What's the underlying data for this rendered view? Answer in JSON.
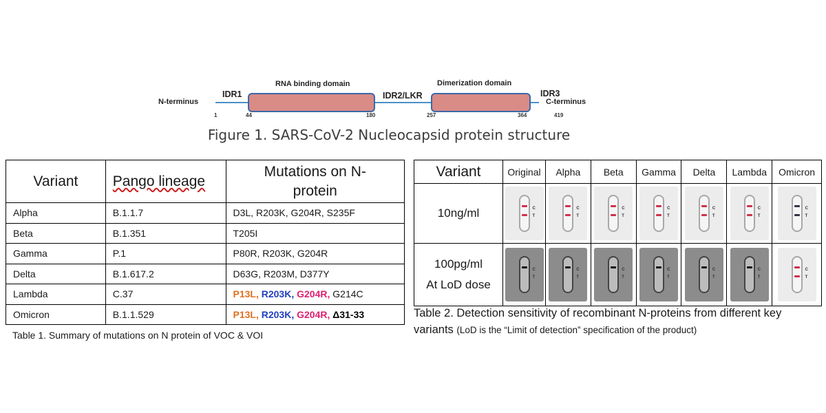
{
  "figure1": {
    "n_terminus": "N-terminus",
    "c_terminus": "C-terminus",
    "idr1": "IDR1",
    "idr2": "IDR2/LKR",
    "idr3": "IDR3",
    "rna_domain": "RNA binding domain",
    "dimer_domain": "Dimerization domain",
    "positions": [
      "1",
      "44",
      "180",
      "257",
      "364",
      "419"
    ],
    "caption": "Figure 1. SARS-CoV-2 Nucleocapsid protein structure",
    "colors": {
      "domain_fill": "#d98b86",
      "domain_border": "#3a68a8",
      "backbone": "#4a90c8"
    }
  },
  "table1": {
    "headers": [
      "Variant",
      "Pango lineage",
      "Mutations on N-",
      "protein"
    ],
    "rows": [
      {
        "variant": "Alpha",
        "lineage": "B.1.1.7",
        "mutations": "D3L, R203K, G204R, S235F"
      },
      {
        "variant": "Beta",
        "lineage": "B.1.351",
        "mutations": "T205I"
      },
      {
        "variant": "Gamma",
        "lineage": "P.1",
        "mutations": "P80R, R203K, G204R"
      },
      {
        "variant": "Delta",
        "lineage": "B.1.617.2",
        "mutations": "D63G, R203M, D377Y"
      },
      {
        "variant": "Lambda",
        "lineage": "C.37",
        "mutations": [
          {
            "text": "P13L",
            "color": "#e07020",
            "bold": true
          },
          {
            "text": "R203K",
            "color": "#1f3fbf",
            "bold": true
          },
          {
            "text": "G204R",
            "color": "#e0206f",
            "bold": true
          },
          {
            "text": "G214C",
            "color": "#1a1a1a",
            "bold": false
          }
        ]
      },
      {
        "variant": "Omicron",
        "lineage": "B.1.1.529",
        "mutations": [
          {
            "text": "P13L",
            "color": "#e07020",
            "bold": true
          },
          {
            "text": "R203K",
            "color": "#1f3fbf",
            "bold": true
          },
          {
            "text": "G204R",
            "color": "#e0206f",
            "bold": true
          },
          {
            "text": "Δ31-33",
            "color": "#000000",
            "bold": true
          }
        ]
      }
    ],
    "caption": "Table 1. Summary of mutations on N protein of VOC & VOI"
  },
  "table2": {
    "header_variant": "Variant",
    "variants": [
      "Original",
      "Alpha",
      "Beta",
      "Gamma",
      "Delta",
      "Lambda",
      "Omicron"
    ],
    "row1_label": "10ng/ml",
    "row2_label_line1": "100pg/ml",
    "row2_label_line2": "At LoD dose",
    "strip_c_label": "C",
    "strip_t_label": "T",
    "row1_t_band_visible": [
      true,
      true,
      true,
      true,
      true,
      true,
      true
    ],
    "row2_t_band_visible": [
      false,
      false,
      false,
      false,
      false,
      false,
      true
    ],
    "row1_band_color": "#d2304a",
    "row2_c_band_color": "#111111",
    "omicron_band_color": "#333344",
    "caption_main": "Table 2. Detection sensitivity of recombinant N-proteins from different key variants",
    "caption_note": "(LoD is the “Limit of detection” specification of the product)"
  }
}
